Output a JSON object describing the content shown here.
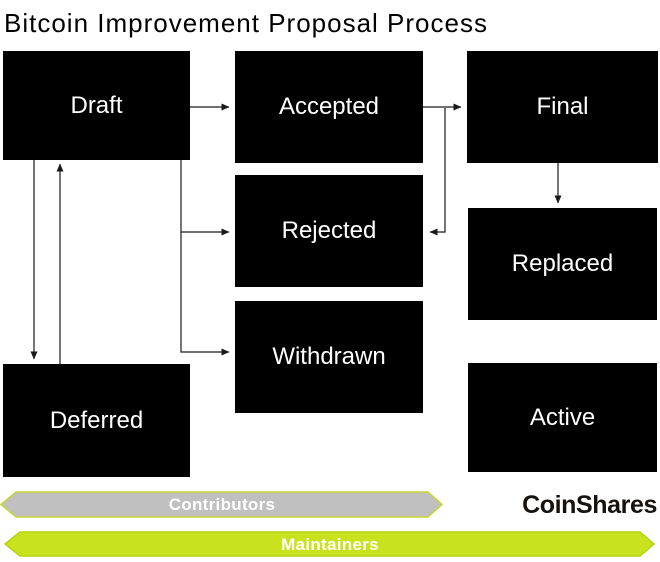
{
  "title": "Bitcoin Improvement Proposal Process",
  "nodes": [
    {
      "label": "Draft"
    },
    {
      "label": "Accepted"
    },
    {
      "label": "Final"
    },
    {
      "label": "Rejected"
    },
    {
      "label": "Replaced"
    },
    {
      "label": "Withdrawn"
    },
    {
      "label": "Deferred"
    },
    {
      "label": "Active"
    }
  ],
  "edges": [
    {
      "from": "Draft",
      "to": "Accepted"
    },
    {
      "from": "Accepted",
      "to": "Final"
    },
    {
      "from": "Accepted",
      "to": "Rejected"
    },
    {
      "from": "Final",
      "to": "Replaced"
    },
    {
      "from": "Draft",
      "to": "Rejected"
    },
    {
      "from": "Draft",
      "to": "Withdrawn"
    },
    {
      "from": "Draft",
      "to": "Deferred"
    },
    {
      "from": "Deferred",
      "to": "Draft"
    }
  ],
  "lanes": [
    {
      "label": "Contributors",
      "fill": "#c0c0c0",
      "border": "#c4d82e"
    },
    {
      "label": "Maintainers",
      "fill": "#c8e31d",
      "border": "#b7d312"
    }
  ],
  "logo": {
    "text": "CoinShares"
  },
  "colors": {
    "background": "#ffffff",
    "node_fill": "#000000",
    "node_text": "#ffffff",
    "arrow": "#1a1a1a",
    "lane_text": "#ffffff"
  }
}
